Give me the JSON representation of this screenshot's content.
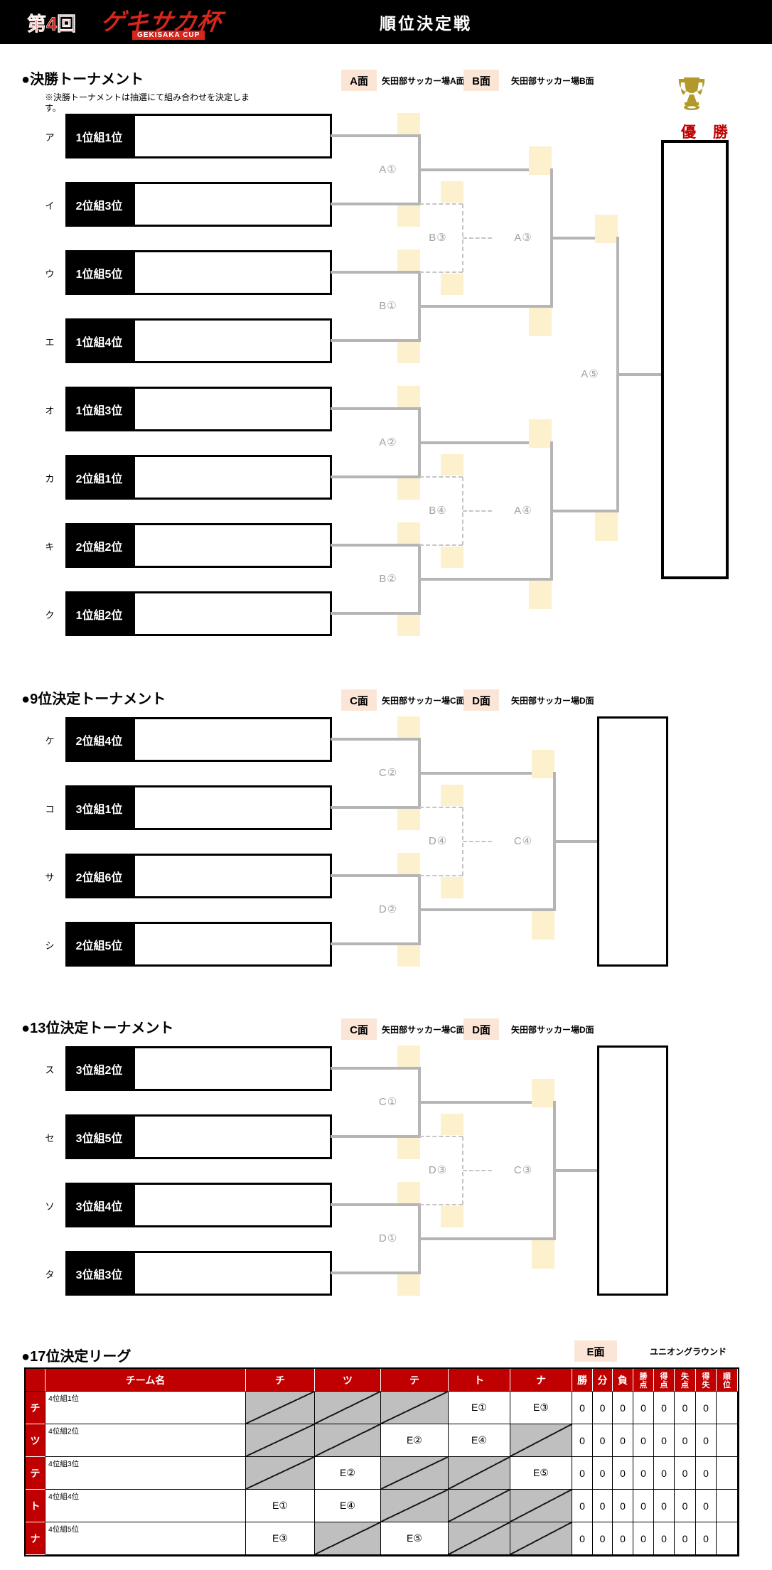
{
  "header": {
    "round": "第4回",
    "logo_main": "ゲキサカ杯",
    "logo_sub": "GEKISAKA CUP",
    "title": "順位決定戦"
  },
  "colors": {
    "accent_red": "#C00000",
    "logo_red": "#D7261D",
    "bracket_line_gray": "#B5B5B5",
    "match_label_gray": "#A0A0A0",
    "score_cell_beige": "#FCF0CD",
    "venue_badge_peach": "#FBE5D6",
    "diagonal_cell_gray": "#BFBFBF",
    "trophy_gold": "#B2992C"
  },
  "sections": [
    {
      "title": "●決勝トーナメント",
      "note": "※決勝トーナメントは抽選にて組み合わせを決定します。",
      "venues": [
        {
          "badge": "A面",
          "name": "矢田部サッカー場A面"
        },
        {
          "badge": "B面",
          "name": "矢田部サッカー場B面"
        }
      ],
      "champion_label": "優 勝",
      "teams": [
        {
          "kana": "ア",
          "seed": "1位組1位"
        },
        {
          "kana": "イ",
          "seed": "2位組3位"
        },
        {
          "kana": "ウ",
          "seed": "1位組5位"
        },
        {
          "kana": "エ",
          "seed": "1位組4位"
        },
        {
          "kana": "オ",
          "seed": "1位組3位"
        },
        {
          "kana": "カ",
          "seed": "2位組1位"
        },
        {
          "kana": "キ",
          "seed": "2位組2位"
        },
        {
          "kana": "ク",
          "seed": "1位組2位"
        }
      ],
      "matches": {
        "round1": [
          "A①",
          "B①",
          "A②",
          "B②"
        ],
        "consolation": [
          "B③",
          "B④"
        ],
        "semifinals": [
          "A③",
          "A④"
        ],
        "final": "A⑤"
      }
    },
    {
      "title": "●9位決定トーナメント",
      "venues": [
        {
          "badge": "C面",
          "name": "矢田部サッカー場C面"
        },
        {
          "badge": "D面",
          "name": "矢田部サッカー場D面"
        }
      ],
      "teams": [
        {
          "kana": "ケ",
          "seed": "2位組4位"
        },
        {
          "kana": "コ",
          "seed": "3位組1位"
        },
        {
          "kana": "サ",
          "seed": "2位組6位"
        },
        {
          "kana": "シ",
          "seed": "2位組5位"
        }
      ],
      "matches": {
        "round1": [
          "C②",
          "D②"
        ],
        "consolation": [
          "D④"
        ],
        "final": "C④"
      }
    },
    {
      "title": "●13位決定トーナメント",
      "venues": [
        {
          "badge": "C面",
          "name": "矢田部サッカー場C面"
        },
        {
          "badge": "D面",
          "name": "矢田部サッカー場D面"
        }
      ],
      "teams": [
        {
          "kana": "ス",
          "seed": "3位組2位"
        },
        {
          "kana": "セ",
          "seed": "3位組5位"
        },
        {
          "kana": "ソ",
          "seed": "3位組4位"
        },
        {
          "kana": "タ",
          "seed": "3位組3位"
        }
      ],
      "matches": {
        "round1": [
          "C①",
          "D①"
        ],
        "consolation": [
          "D③"
        ],
        "final": "C③"
      }
    }
  ],
  "league": {
    "title": "●17位決定リーグ",
    "venue": {
      "badge": "E面",
      "name": "ユニオングラウンド"
    },
    "columns": [
      "",
      "チーム名",
      "チ",
      "ツ",
      "テ",
      "ト",
      "ナ",
      "勝",
      "分",
      "負",
      "勝点",
      "得点",
      "失点",
      "得失",
      "順位"
    ],
    "rows": [
      {
        "kana": "チ",
        "name": "4位組1位",
        "cells": [
          null,
          null,
          null,
          "E①",
          "E③"
        ],
        "stats": [
          "0",
          "0",
          "0",
          "0",
          "0",
          "0",
          "0"
        ],
        "rank": ""
      },
      {
        "kana": "ツ",
        "name": "4位組2位",
        "cells": [
          null,
          null,
          "E②",
          "E④",
          null
        ],
        "stats": [
          "0",
          "0",
          "0",
          "0",
          "0",
          "0",
          "0"
        ],
        "rank": ""
      },
      {
        "kana": "テ",
        "name": "4位組3位",
        "cells": [
          null,
          "E②",
          null,
          null,
          "E⑤"
        ],
        "stats": [
          "0",
          "0",
          "0",
          "0",
          "0",
          "0",
          "0"
        ],
        "rank": ""
      },
      {
        "kana": "ト",
        "name": "4位組4位",
        "cells": [
          "E①",
          "E④",
          null,
          null,
          null
        ],
        "stats": [
          "0",
          "0",
          "0",
          "0",
          "0",
          "0",
          "0"
        ],
        "rank": ""
      },
      {
        "kana": "ナ",
        "name": "4位組5位",
        "cells": [
          "E③",
          null,
          "E⑤",
          null,
          null
        ],
        "stats": [
          "0",
          "0",
          "0",
          "0",
          "0",
          "0",
          "0"
        ],
        "rank": ""
      }
    ]
  }
}
